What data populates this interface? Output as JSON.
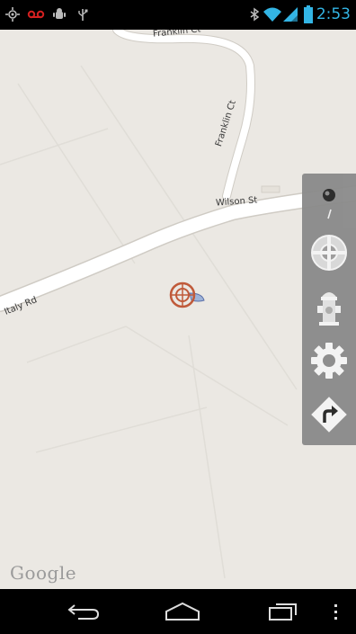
{
  "status_bar": {
    "time": "2:53",
    "notification_icons": [
      "gps-icon",
      "voicemail-icon",
      "android-debug-icon",
      "usb-icon"
    ],
    "system_icons": [
      "bluetooth-icon",
      "wifi-icon",
      "signal-icon",
      "battery-icon"
    ],
    "accent_color": "#33b5e5"
  },
  "map": {
    "roads": {
      "franklin_top": "Franklin Ct",
      "franklin_side": "Franklin Ct",
      "wilson": "Wilson St",
      "italy": "Italy Rd"
    },
    "attribution": "Google",
    "background_color": "#ebe8e3"
  },
  "toolbar": {
    "buttons": [
      {
        "name": "compass-icon"
      },
      {
        "name": "crosshair-icon"
      },
      {
        "name": "fire-hydrant-icon"
      },
      {
        "name": "settings-gear-icon"
      },
      {
        "name": "directions-icon"
      }
    ]
  },
  "nav_bar": {
    "buttons": [
      "back-icon",
      "home-icon",
      "recent-apps-icon",
      "overflow-menu-icon"
    ]
  }
}
